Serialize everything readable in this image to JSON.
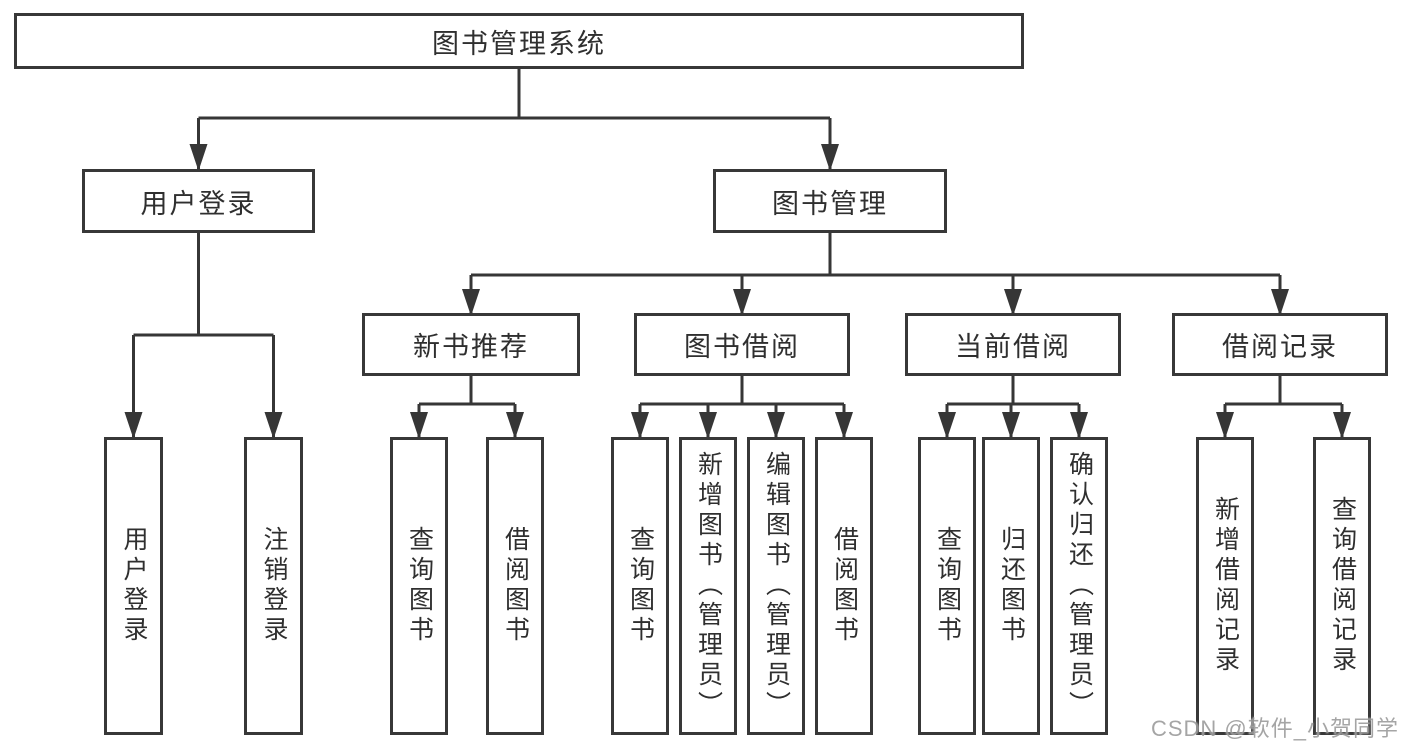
{
  "tree": {
    "root": "图书管理系统",
    "branches": {
      "user_login": "用户登录",
      "book_management": "图书管理"
    },
    "sections": {
      "recommend": "新书推荐",
      "borrow": "图书借阅",
      "current": "当前借阅",
      "records": "借阅记录"
    },
    "leaves": {
      "login": [
        "用户登录",
        "注销登录"
      ],
      "recommend": [
        "查询图书",
        "借阅图书"
      ],
      "borrow": [
        "查询图书",
        "新增图书（管理员）",
        "编辑图书（管理员）",
        "借阅图书"
      ],
      "current": [
        "查询图书",
        "归还图书",
        "确认归还（管理员）"
      ],
      "records": [
        "新增借阅记录",
        "查询借阅记录"
      ]
    }
  },
  "watermark": {
    "text": "CSDN @软件_小贺同学"
  },
  "colors": {
    "line": "#363636",
    "box_border": "#383838",
    "text": "#2f2f2f",
    "watermark": "#9c9c9c",
    "background": "#ffffff"
  }
}
